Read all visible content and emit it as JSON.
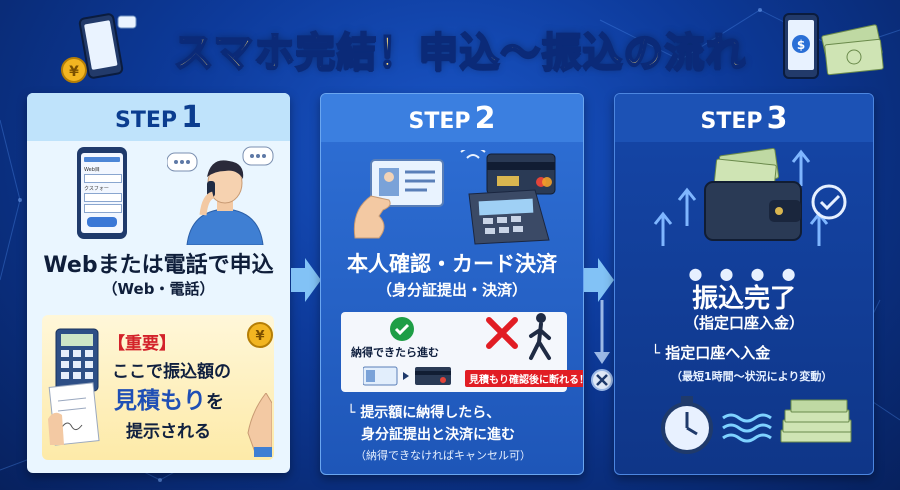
{
  "title": "スマホ完結！申込〜振込の流れ",
  "colors": {
    "title": "#ffe07a",
    "important": "#d3222a",
    "estimate": "#1f4fb5",
    "warning": "#e11d24",
    "check": "#1e9e46"
  },
  "steps": [
    {
      "label": "STEP",
      "number": "1",
      "phone_form": {
        "field1": "Web目",
        "field2": "クスフォー"
      },
      "heading": "Webまたは電話で申込",
      "subheading": "（Web・電話）",
      "note": {
        "tag": "【重要】",
        "line1": "ここで振込額の",
        "line2": "見積もり",
        "line2_suffix": "を",
        "line3": "提示される"
      }
    },
    {
      "label": "STEP",
      "number": "2",
      "heading": "本人確認・カード決済",
      "subheading": "（身分証提出・決済）",
      "ok_text": "納得できたら進む",
      "warning_badge": "見積もり確認後に断れる！",
      "bullet_line1": "提示額に納得したら、",
      "bullet_line2": "身分証提出と決済に進む",
      "bullet_note": "（納得できなければキャンセル可）"
    },
    {
      "label": "STEP",
      "number": "3",
      "heading": "振込完了",
      "subheading": "（指定口座入金）",
      "bullet_line1": "指定口座へ入金",
      "bullet_note": "（最短1時間〜状況により変動）"
    }
  ]
}
